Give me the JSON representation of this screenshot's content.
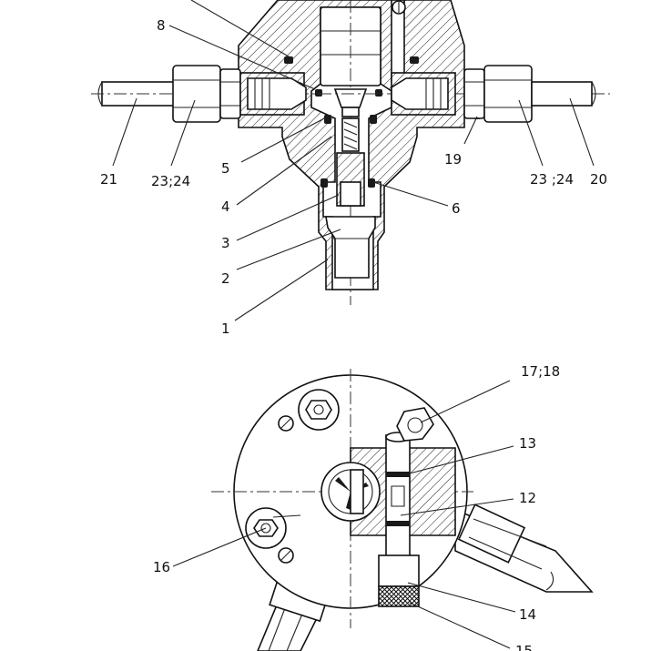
{
  "labels": {
    "l8": "8",
    "l5": "5",
    "l4": "4",
    "l3": "3",
    "l2": "2",
    "l1": "1",
    "l6": "6",
    "l19": "19",
    "l21": "21",
    "l23_24_left": "23;24",
    "l23_24_right": "23 ;24",
    "l20": "20",
    "l17_18": "17;18",
    "l13": "13",
    "l12": "12",
    "l16": "16",
    "l14": "14",
    "l15": "15"
  }
}
